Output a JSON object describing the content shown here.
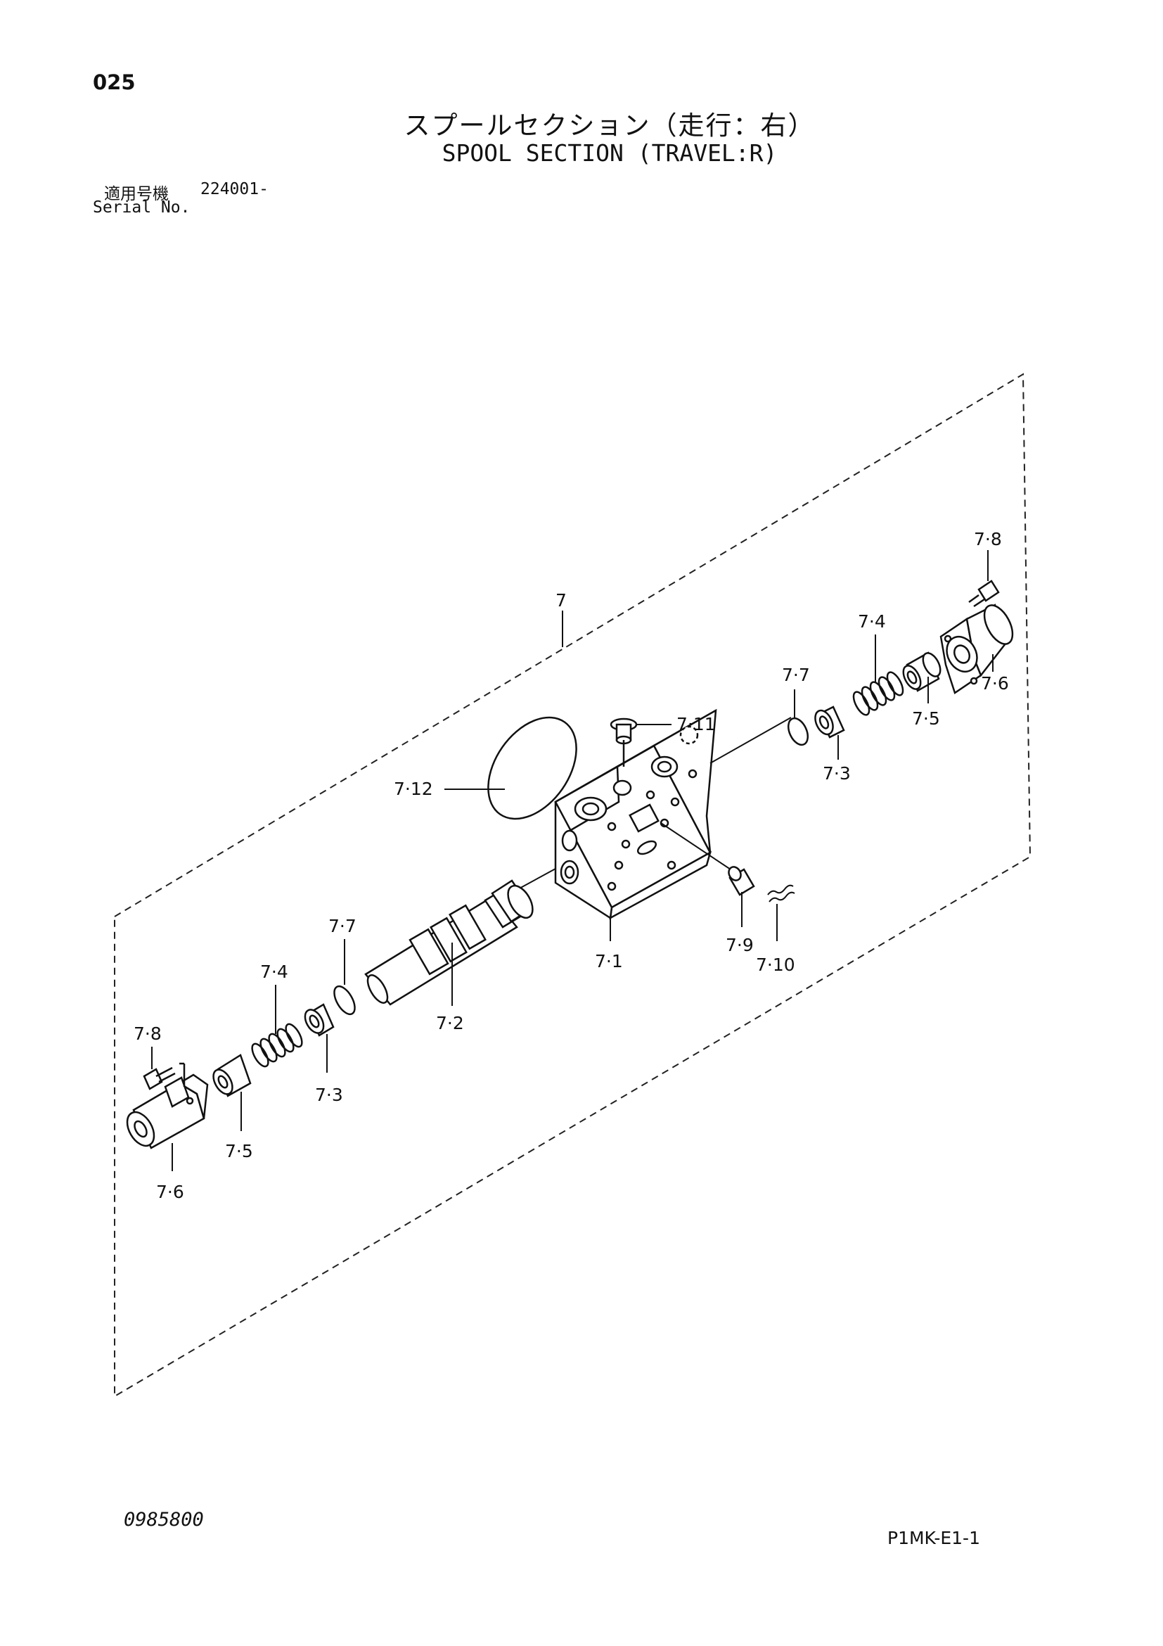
{
  "header": {
    "page_number": "025",
    "title_jp": "スプールセクション（走行：右）",
    "title_en": "SPOOL SECTION (TRAVEL:R)",
    "serial_label_jp": "適用号機",
    "serial_value": "224001-",
    "serial_label_en": "Serial No."
  },
  "callouts": {
    "assembly": "7",
    "housing": "7·1",
    "spool": "7·2",
    "cap_left": "7·3",
    "cap_right": "7·3",
    "spring_left": "7·4",
    "spring_right": "7·4",
    "seat_left": "7·5",
    "seat_right": "7·5",
    "cover_left": "7·6",
    "cover_right": "7·6",
    "oring_left": "7·7",
    "oring_right": "7·7",
    "bolt_left": "7·8",
    "bolt_right": "7·8",
    "plug": "7·9",
    "spring_small": "7·10",
    "top_plug": "7·11",
    "large_oring": "7·12"
  },
  "footer": {
    "doc_number": "0985800",
    "page_code": "P1MK-E1-1"
  }
}
